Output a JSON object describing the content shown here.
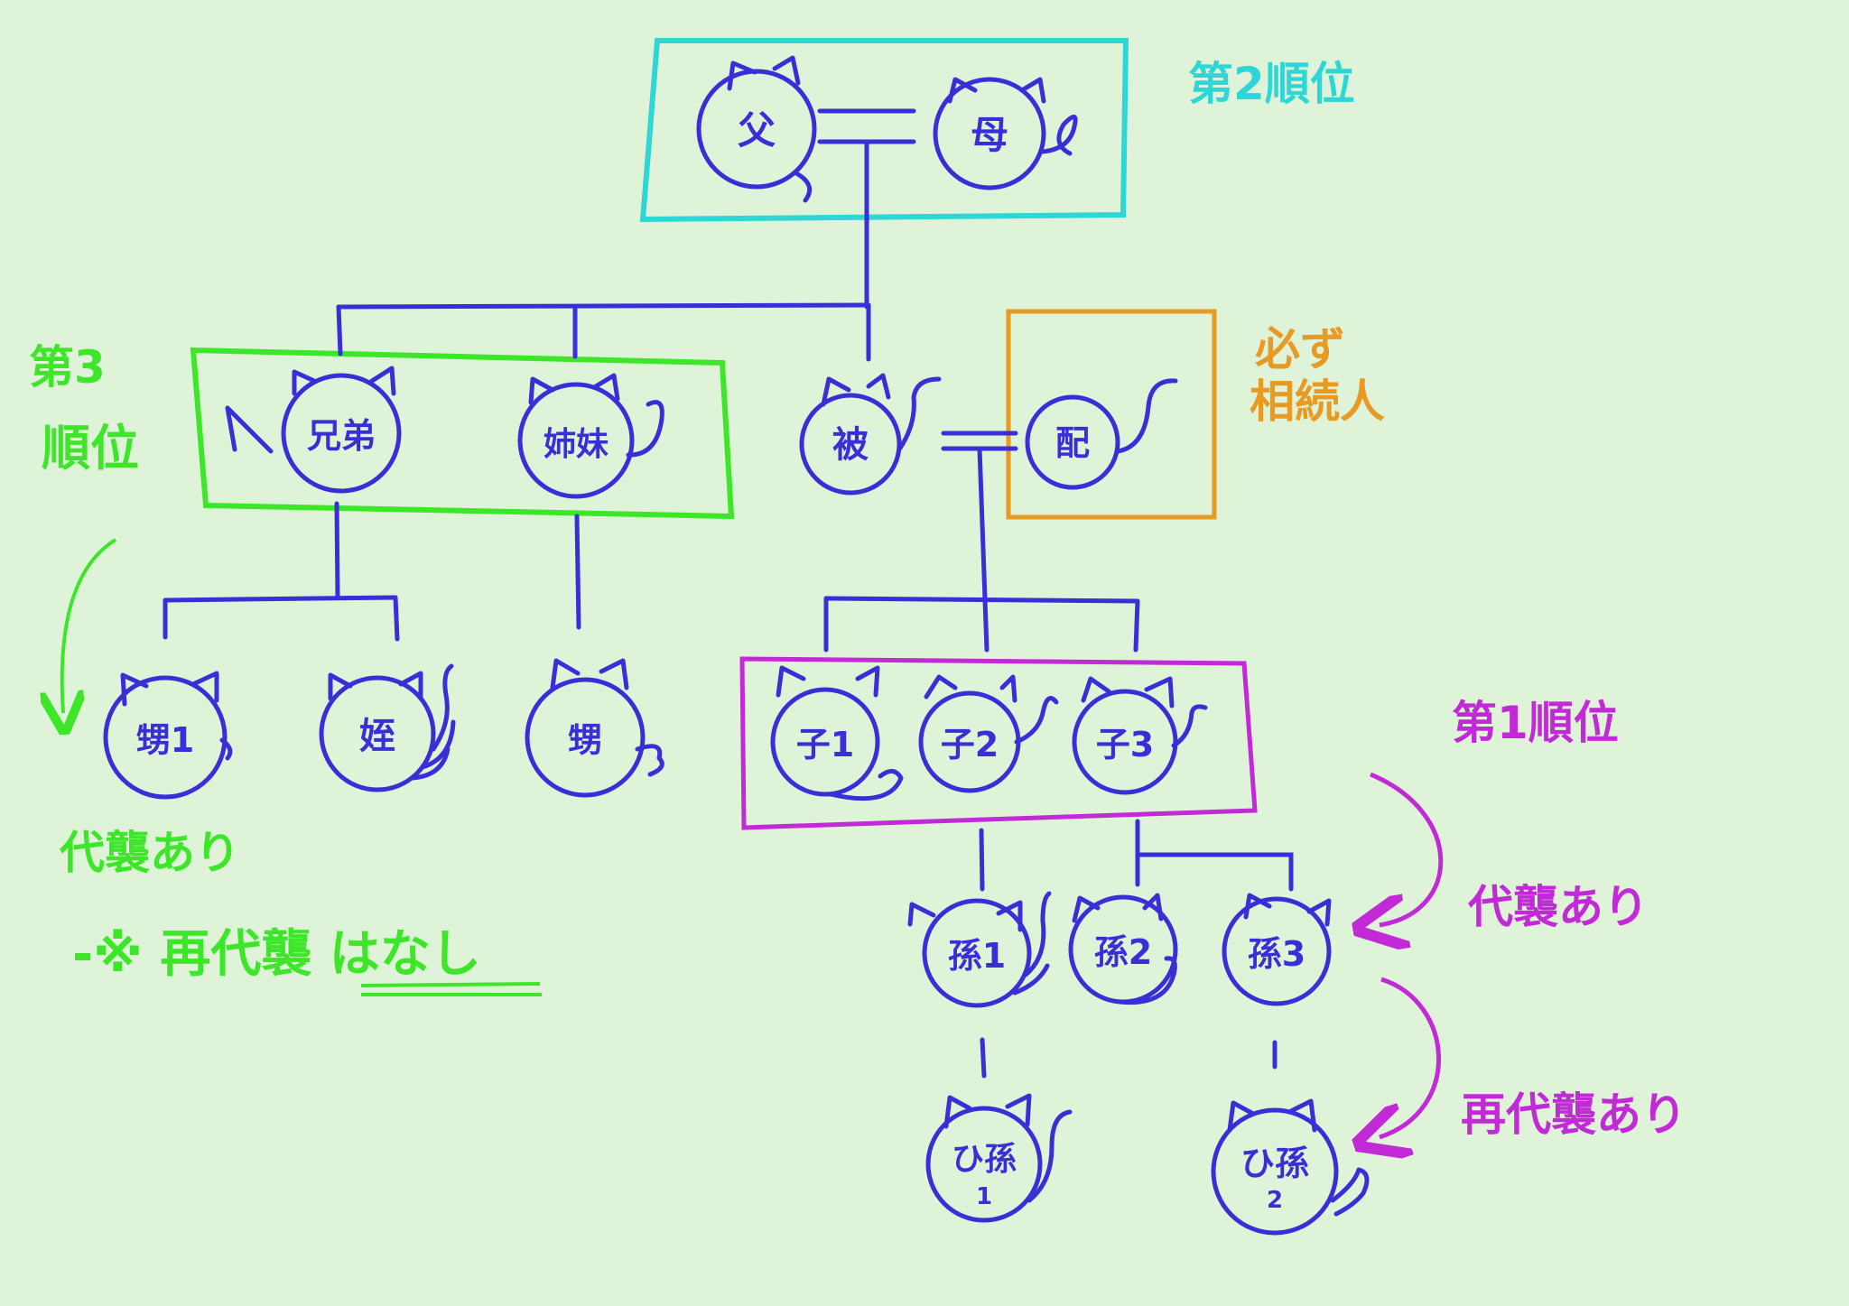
{
  "colors": {
    "ink": "#3a2fd6",
    "second_rank": "#2ed6d6",
    "third_rank": "#3ee62a",
    "spouse": "#e89a22",
    "first_rank": "#c12ad6",
    "background": "#dff3d9"
  },
  "people": {
    "father": "父",
    "mother": "母",
    "decedent": "被",
    "spouse": "配",
    "brother": "兄弟",
    "sister": "姉妹",
    "nephew1": "甥1",
    "niece": "姪",
    "nephew2": "甥",
    "child1": "子1",
    "child2": "子2",
    "child3": "子3",
    "grandchild1": "孫1",
    "grandchild2": "孫2",
    "grandchild3": "孫3",
    "great_grandchild1": "ひ孫",
    "great_grandchild1_num": "1",
    "great_grandchild2": "ひ孫",
    "great_grandchild2_num": "2"
  },
  "annotations": {
    "second_rank": "第2順位",
    "third_rank_line1": "第3",
    "third_rank_line2": "順位",
    "spouse_line1": "必ず",
    "spouse_line2": "相続人",
    "first_rank": "第1順位",
    "third_succession": "代襲あり",
    "third_note_prefix": "-※",
    "third_note_main": "再代襲",
    "third_note_emph": "はなし",
    "first_succession": "代襲あり",
    "first_re_succession": "再代襲あり"
  }
}
